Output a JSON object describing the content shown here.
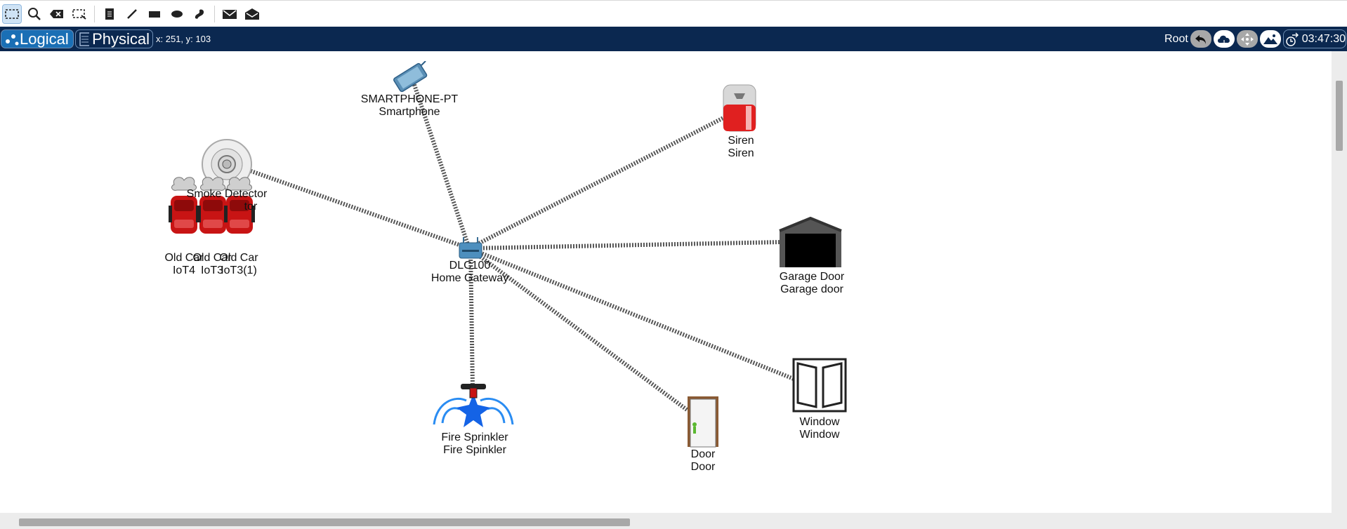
{
  "toolbar": {
    "icons": [
      "select-icon",
      "search-icon",
      "delete-icon",
      "resize-icon",
      "note-icon",
      "line-icon",
      "rectangle-icon",
      "ellipse-icon",
      "freeform-icon",
      "simple-pdu-icon",
      "complex-pdu-icon"
    ]
  },
  "nav": {
    "logical_label": "Logical",
    "physical_label": "Physical",
    "coords": "x: 251, y: 103",
    "root_label": "Root",
    "time": "03:47:30"
  },
  "devices": {
    "smartphone": {
      "line1": "SMARTPHONE-PT",
      "line2": "Smartphone"
    },
    "siren": {
      "line1": "Siren",
      "line2": "Siren"
    },
    "smoke": {
      "line1": "Smoke Detector",
      "line2": "tor"
    },
    "car4": {
      "line1": "Old Car",
      "line2": "IoT4"
    },
    "car3": {
      "line1": "Old Car",
      "line2": "IoT3"
    },
    "car3b": {
      "line1": "Old Car",
      "line2": "IoT3(1)"
    },
    "gateway": {
      "line1": "DLC100",
      "line2": "Home Gateway"
    },
    "garage": {
      "line1": "Garage Door",
      "line2": "Garage door"
    },
    "window": {
      "line1": "Window",
      "line2": "Window"
    },
    "sprinkler": {
      "line1": "Fire Sprinkler",
      "line2": "Fire Spinkler"
    },
    "door": {
      "line1": "Door",
      "line2": "Door"
    }
  },
  "colors": {
    "navbar": "#0b2850",
    "link": "#555555",
    "siren": "#e02020",
    "car": "#c81414"
  }
}
